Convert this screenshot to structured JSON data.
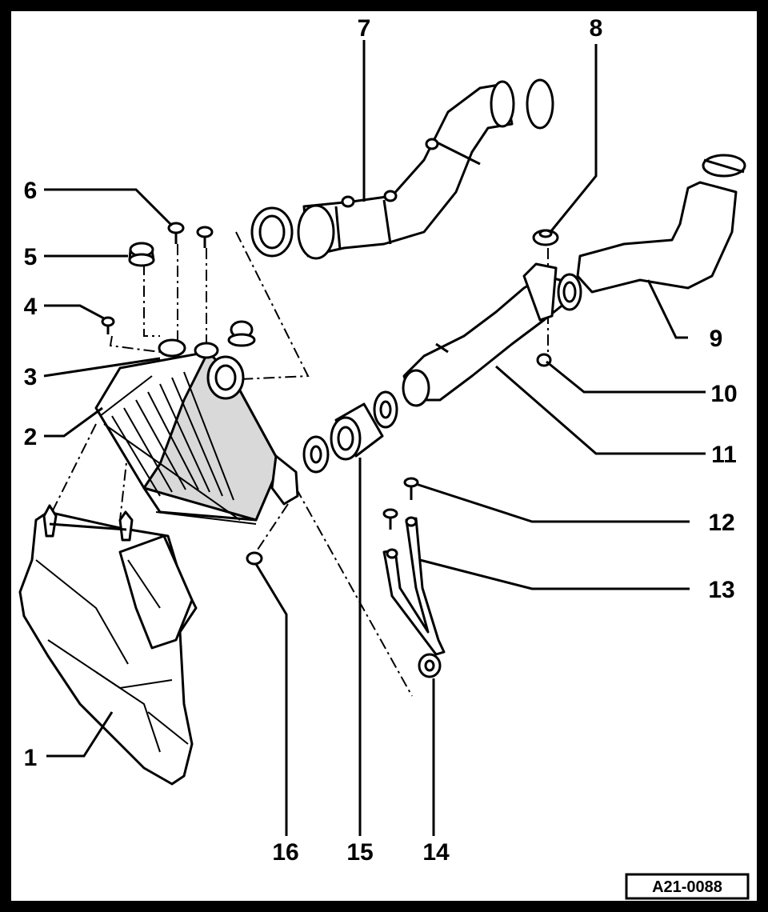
{
  "diagram": {
    "reference_code": "A21-0088",
    "callouts": [
      {
        "id": "1",
        "label": "1"
      },
      {
        "id": "2",
        "label": "2"
      },
      {
        "id": "3",
        "label": "3"
      },
      {
        "id": "4",
        "label": "4"
      },
      {
        "id": "5",
        "label": "5"
      },
      {
        "id": "6",
        "label": "6"
      },
      {
        "id": "7",
        "label": "7"
      },
      {
        "id": "8",
        "label": "8"
      },
      {
        "id": "9",
        "label": "9"
      },
      {
        "id": "10",
        "label": "10"
      },
      {
        "id": "11",
        "label": "11"
      },
      {
        "id": "12",
        "label": "12"
      },
      {
        "id": "13",
        "label": "13"
      },
      {
        "id": "14",
        "label": "14"
      },
      {
        "id": "15",
        "label": "15"
      },
      {
        "id": "16",
        "label": "16"
      }
    ]
  }
}
